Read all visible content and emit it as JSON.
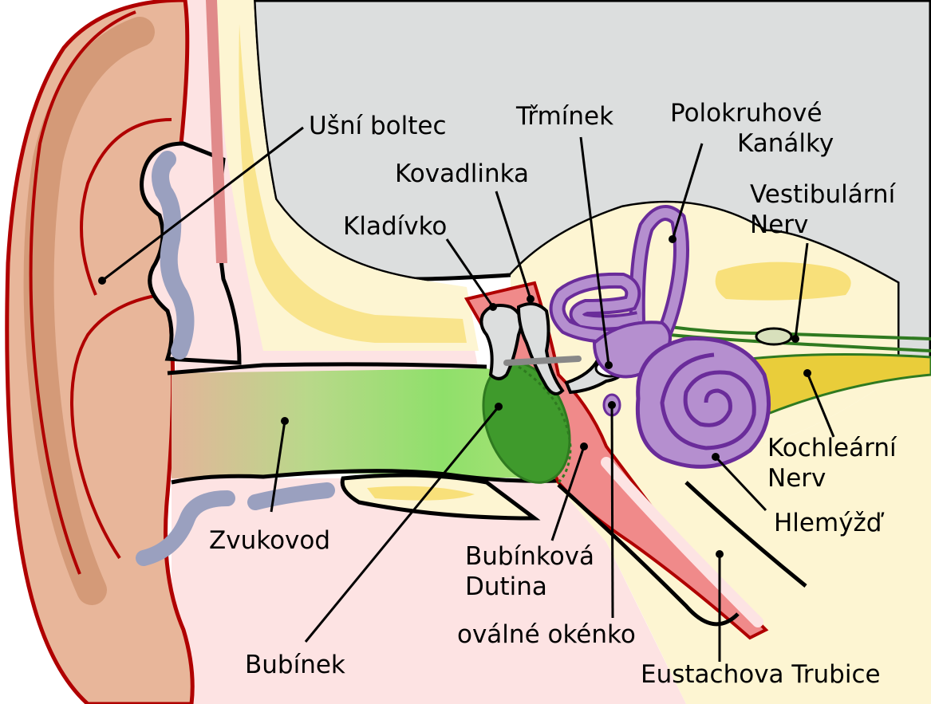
{
  "diagram": {
    "labels": {
      "usni_boltec": "Ušní boltec",
      "trminek": "Třmínek",
      "polokruhove_1": "Polokruhové",
      "polokruhove_2": "Kanálky",
      "kovadlinka": "Kovadlinka",
      "vestibularni_1": "Vestibulární",
      "vestibularni_2": "Nerv",
      "kladivko": "Kladívko",
      "kochlearni_1": "Kochleární",
      "kochlearni_2": "Nerv",
      "hlemyzd": "Hlemýžď",
      "zvukovod": "Zvukovod",
      "bubinkova_1": "Bubínková",
      "bubinkova_2": "Dutina",
      "ovalne_okenko": "oválné okénko",
      "bubinek": "Bubínek",
      "eustachova_trubice": "Eustachova Trubice"
    },
    "colors": {
      "skin": "#e8b69a",
      "skin_dark": "#d49a78",
      "ear_outline": "#b00000",
      "bone_gray": "#dcdede",
      "pink_tissue": "#fde3e3",
      "cream_bone": "#fdf5d2",
      "yellow": "#f8e07a",
      "cartilage_blue": "#9aa0bf",
      "canal_green": "#8fd85a",
      "eardrum_green": "#3f9a2c",
      "tympanic_red": "#f08a8a",
      "cochlea_purple": "#b58fcf",
      "purple_outline": "#6a2c9a",
      "nerve_green": "#2f7a20"
    }
  }
}
